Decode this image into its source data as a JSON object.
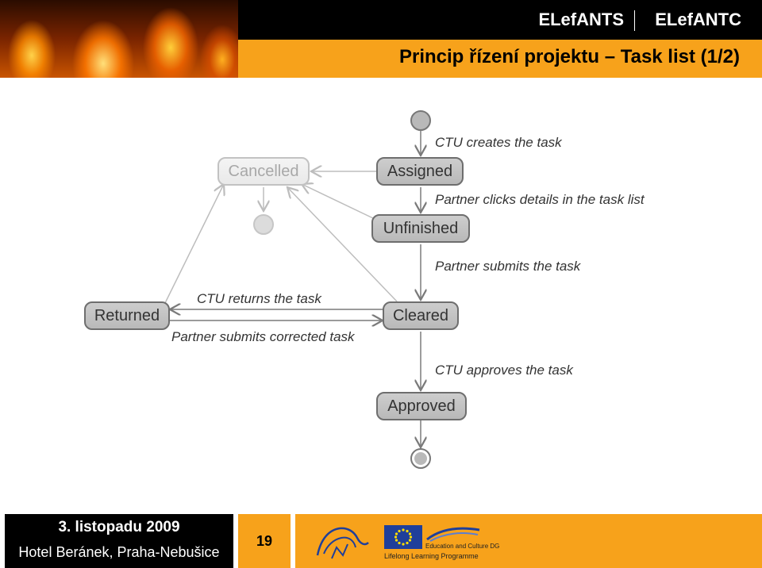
{
  "header": {
    "brand_left": "ELefANTS",
    "brand_right": "ELefANTC",
    "title": "Princip řízení projektu – Task list (1/2)"
  },
  "diagram": {
    "states": {
      "cancelled": "Cancelled",
      "assigned": "Assigned",
      "unfinished": "Unfinished",
      "returned": "Returned",
      "cleared": "Cleared",
      "approved": "Approved"
    },
    "transitions": {
      "ctu_creates": "CTU creates the task",
      "partner_clicks": "Partner clicks details in the task list",
      "partner_submits": "Partner submits the task",
      "ctu_returns": "CTU returns the task",
      "partner_submits_corrected": "Partner submits corrected task",
      "ctu_approves": "CTU approves the task"
    }
  },
  "footer": {
    "date": "3. listopadu 2009",
    "location": "Hotel Beránek, Praha-Nebušice",
    "page_number": "19",
    "eu_programme": "Lifelong Learning Programme",
    "eu_dg": "Education and Culture DG"
  },
  "colors": {
    "accent_orange": "#f7a21b",
    "header_black": "#000000",
    "state_fill": "#c4c4c4",
    "state_faded_fill": "#efefef"
  }
}
